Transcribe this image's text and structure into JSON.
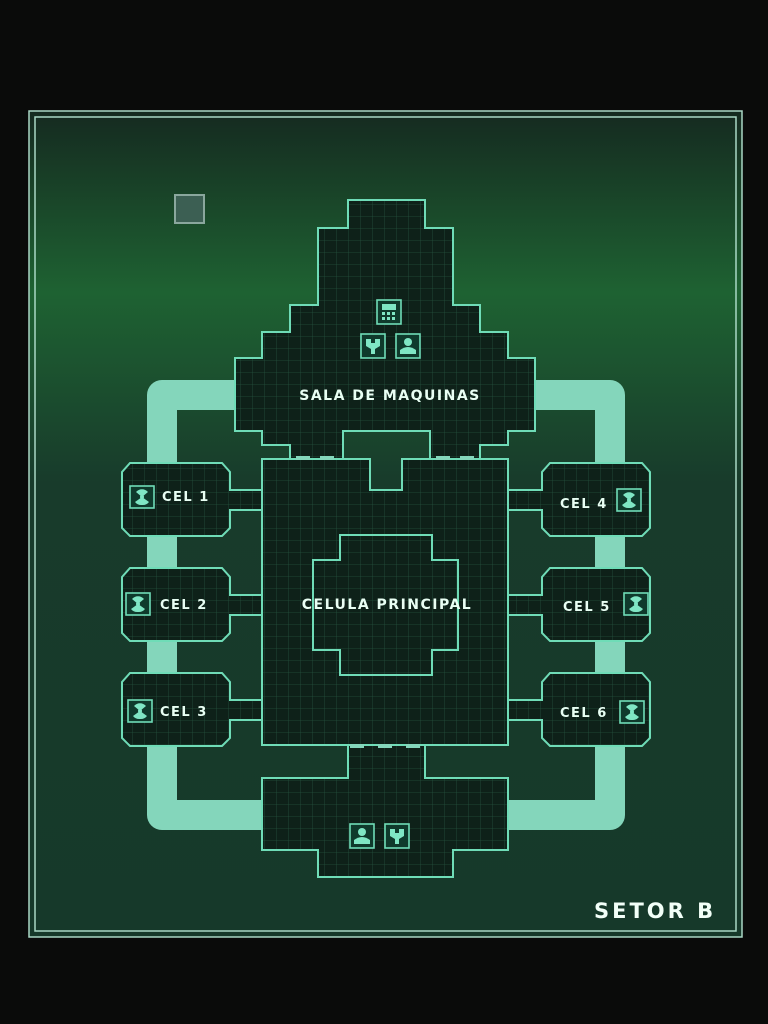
{
  "map": {
    "sector_label": "SETOR B",
    "rooms": {
      "engine_room": "SALA DE MAQUINAS",
      "main_cell": "CELULA PRINCIPAL",
      "cells": [
        "CEL 1",
        "CEL 2",
        "CEL 3",
        "CEL 4",
        "CEL 5",
        "CEL 6"
      ]
    },
    "icons": {
      "engine_room": [
        "terminal-icon",
        "wrench-icon",
        "guard-icon"
      ],
      "bottom_room": [
        "guard-icon",
        "wrench-icon"
      ],
      "cells": "radiation-icon"
    },
    "colors": {
      "background": "#0a0b0a",
      "panel": "#17382a",
      "glow": "#1f6b35",
      "room_fill": "#0f241b",
      "outline": "#6fdcb7",
      "corridor": "#84d6bb",
      "text": "#e9fff4"
    }
  }
}
